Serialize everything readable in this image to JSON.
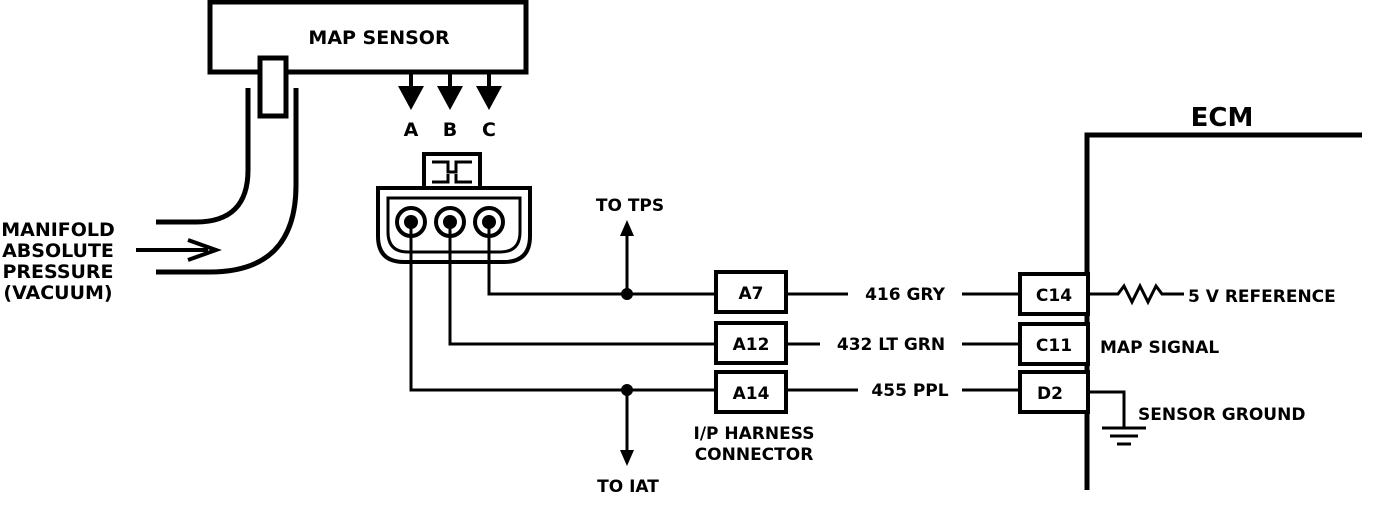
{
  "sensor": {
    "title": "MAP SENSOR",
    "pins": [
      "A",
      "B",
      "C"
    ]
  },
  "manifold_label": [
    "MANIFOLD",
    "ABSOLUTE",
    "PRESSURE",
    "(VACUUM)"
  ],
  "branches": {
    "to_tps": "TO TPS",
    "to_iat": "TO IAT"
  },
  "connector": {
    "pins": [
      "A7",
      "A12",
      "A14"
    ],
    "label": [
      "I/P HARNESS",
      "CONNECTOR"
    ]
  },
  "wires": [
    "416 GRY",
    "432 LT GRN",
    "455 PPL"
  ],
  "ecm": {
    "title": "ECM",
    "pins": [
      "C14",
      "C11",
      "D2"
    ],
    "functions": [
      "5 V REFERENCE",
      "MAP SIGNAL",
      "SENSOR GROUND"
    ]
  }
}
